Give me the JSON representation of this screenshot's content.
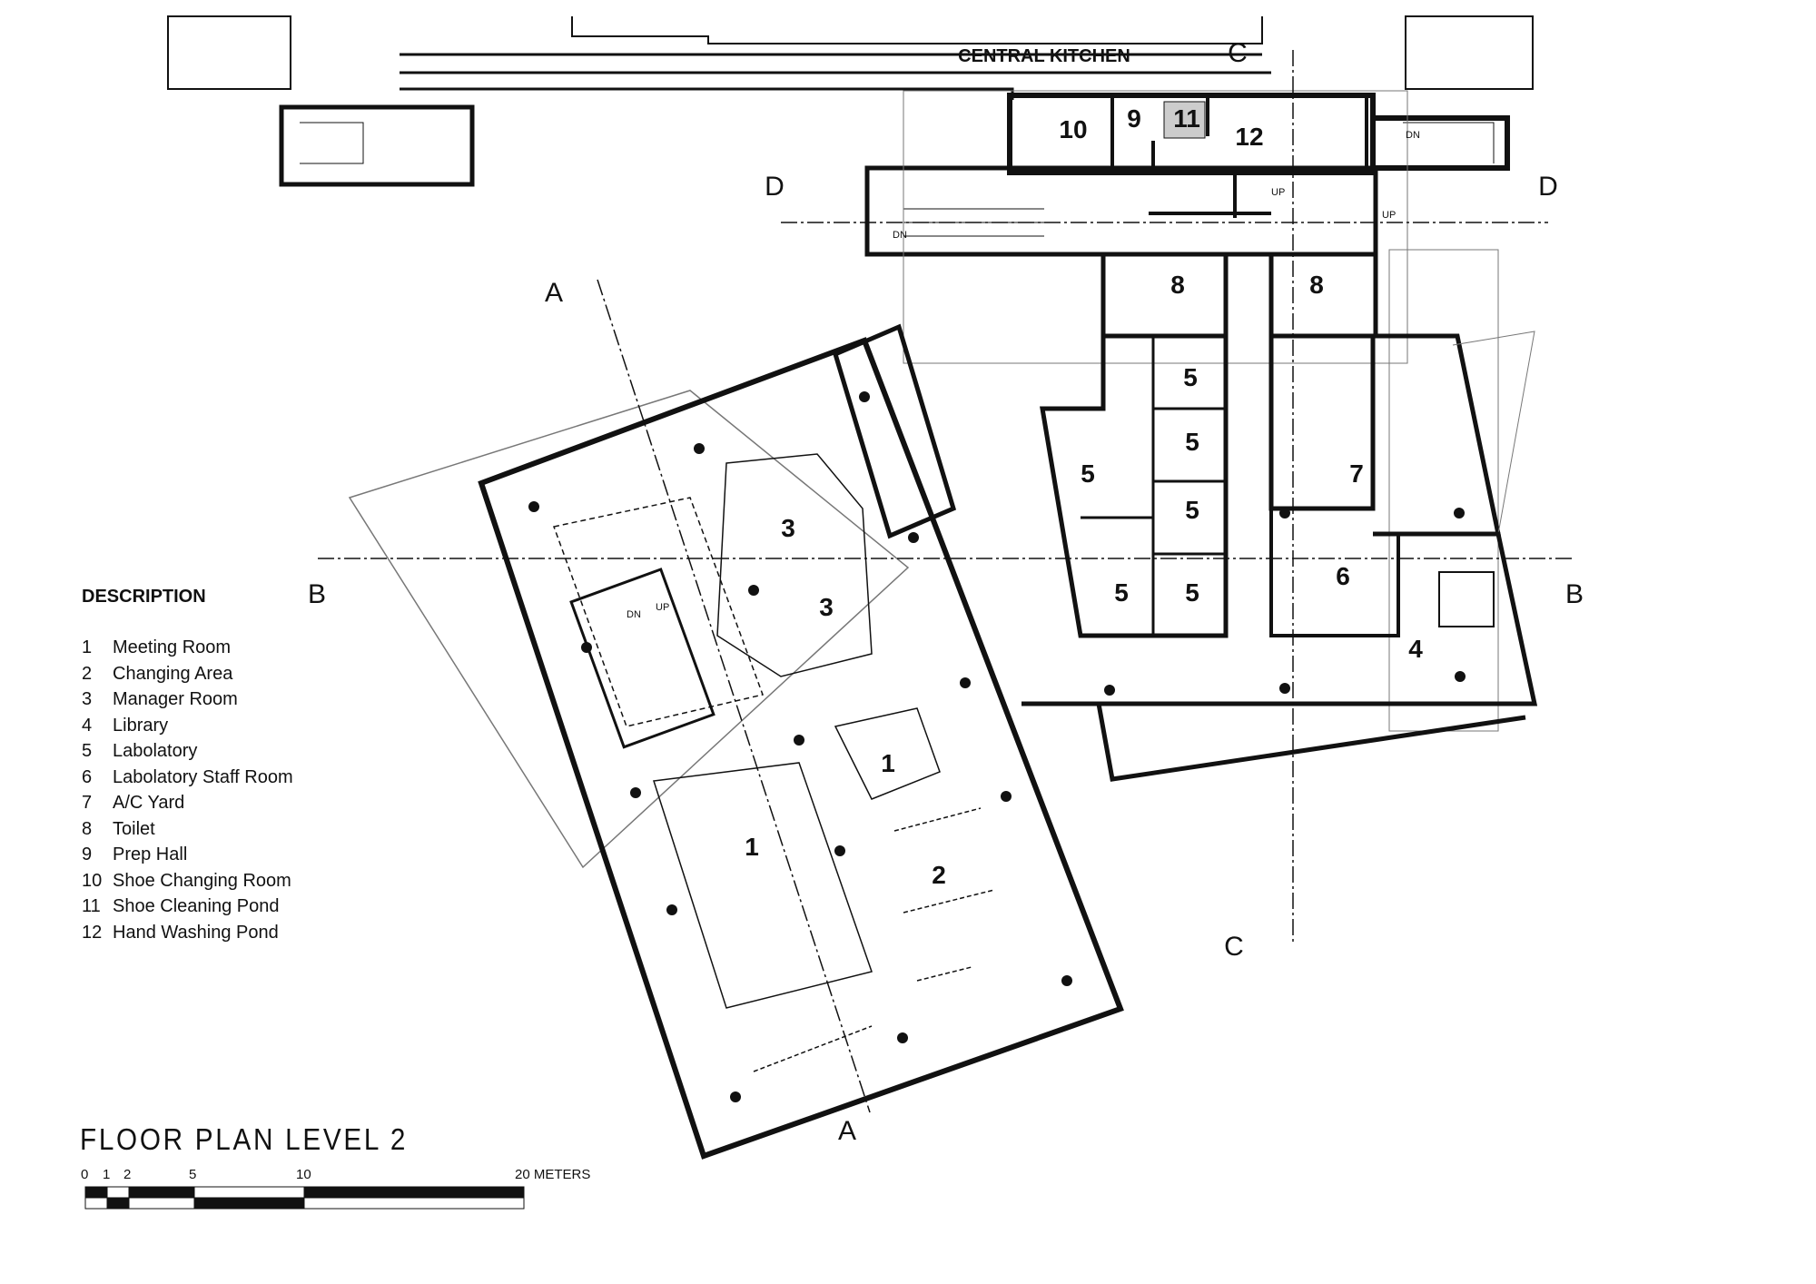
{
  "plan": {
    "title": "FLOOR PLAN LEVEL 2",
    "kitchen_label": "CENTRAL KITCHEN",
    "section_marks": {
      "a": "A",
      "b": "B",
      "c": "C",
      "d": "D"
    },
    "stair_labels": {
      "dn": "DN",
      "up": "UP"
    },
    "room_numbers": {
      "r1": "1",
      "r2": "2",
      "r3": "3",
      "r4": "4",
      "r5": "5",
      "r6": "6",
      "r7": "7",
      "r8": "8",
      "r9": "9",
      "r10": "10",
      "r11": "11",
      "r12": "12"
    }
  },
  "legend": {
    "heading": "DESCRIPTION",
    "items": [
      {
        "num": "1",
        "label": "Meeting Room"
      },
      {
        "num": "2",
        "label": "Changing Area"
      },
      {
        "num": "3",
        "label": "Manager Room"
      },
      {
        "num": "4",
        "label": "Library"
      },
      {
        "num": "5",
        "label": "Labolatory"
      },
      {
        "num": "6",
        "label": "Labolatory Staff Room"
      },
      {
        "num": "7",
        "label": "A/C Yard"
      },
      {
        "num": "8",
        "label": "Toilet"
      },
      {
        "num": "9",
        "label": "Prep Hall"
      },
      {
        "num": "10",
        "label": "Shoe Changing Room"
      },
      {
        "num": "11",
        "label": "Shoe Cleaning Pond"
      },
      {
        "num": "12",
        "label": "Hand Washing Pond"
      }
    ]
  },
  "scale_bar": {
    "ticks": [
      "0",
      "1",
      "2",
      "5",
      "10",
      "20 METERS"
    ]
  }
}
